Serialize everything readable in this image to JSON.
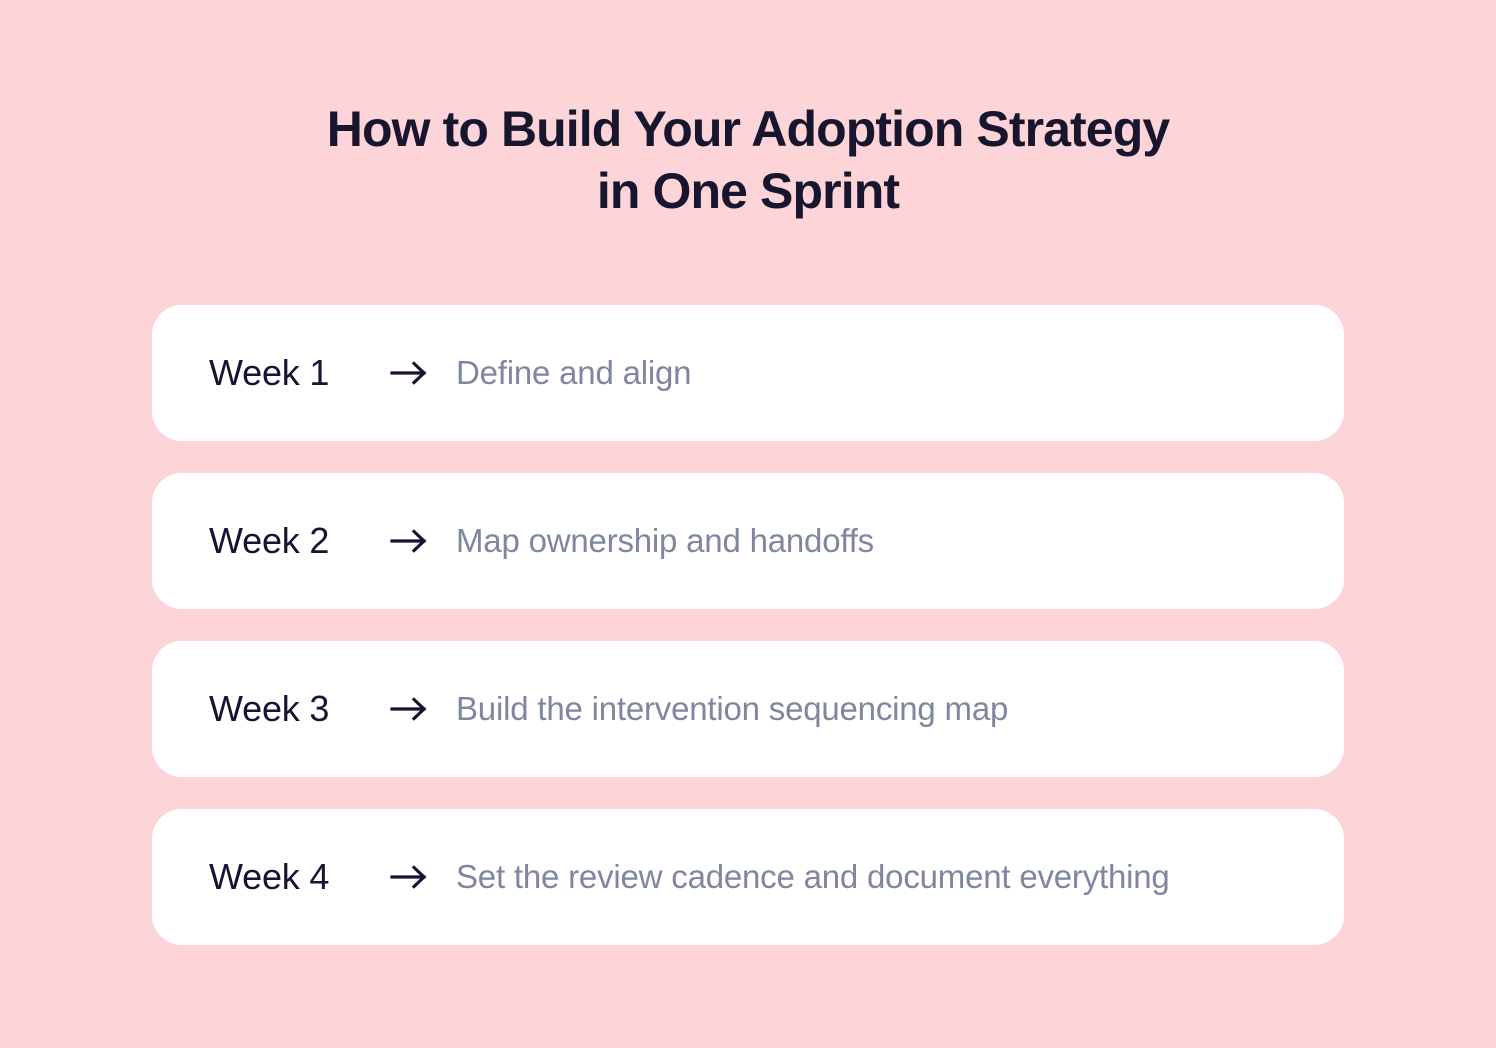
{
  "colors": {
    "background": "#fdd5d8",
    "card": "#ffffff",
    "title_text": "#17162e",
    "week_label_text": "#141433",
    "description_text": "#7e86a0",
    "arrow": "#141433"
  },
  "title": {
    "line1": "How to Build Your Adoption Strategy",
    "line2": "in One Sprint"
  },
  "arrow_icon_name": "arrow-right-icon",
  "weeks": [
    {
      "label": "Week 1",
      "description": "Define and align"
    },
    {
      "label": "Week 2",
      "description": "Map ownership and handoffs"
    },
    {
      "label": "Week 3",
      "description": "Build the intervention sequencing map"
    },
    {
      "label": "Week 4",
      "description": "Set the review cadence and document everything"
    }
  ]
}
